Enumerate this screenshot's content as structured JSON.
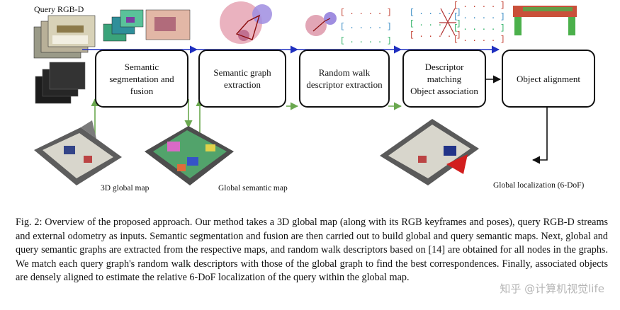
{
  "figure": {
    "query_label": "Query RGB-D",
    "boxes": [
      "Semantic segmentation and fusion",
      "Semantic graph extraction",
      "Random walk descriptor extraction",
      "Descriptor matching Object association",
      "Object alignment"
    ],
    "box_lines": [
      [
        "Semantic",
        "segmentation and",
        "fusion"
      ],
      [
        "Semantic graph",
        "extraction"
      ],
      [
        "Random walk",
        "descriptor extraction"
      ],
      [
        "Descriptor matching",
        "Object association"
      ],
      [
        "Object alignment"
      ]
    ],
    "map_labels": {
      "global_map": "3D global map",
      "global_semantic_map": "Global semantic map",
      "global_localization": "Global localization (6-DoF)"
    },
    "descriptor_brackets": "[....]",
    "colors": {
      "blue_flow": "#1f2fbf",
      "green_flow": "#6aa84f",
      "bracket_red": "#c0392b",
      "bracket_blue": "#2e86c1",
      "bracket_green": "#27ae60"
    }
  },
  "caption": "Fig. 2: Overview of the proposed approach. Our method takes a 3D global map (along with its RGB keyframes and poses), query RGB-D streams and external odometry as inputs. Semantic segmentation and fusion are then carried out to build global and query semantic maps. Next, global and query semantic graphs are extracted from the respective maps, and random walk descriptors based on [14] are obtained for all nodes in the graphs. We match each query graph's random walk descriptors with those of the global graph to find the best correspondences. Finally, associated objects are densely aligned to estimate the relative 6-DoF localization of the query within the global map.",
  "watermark": "知乎 @计算机视觉life"
}
